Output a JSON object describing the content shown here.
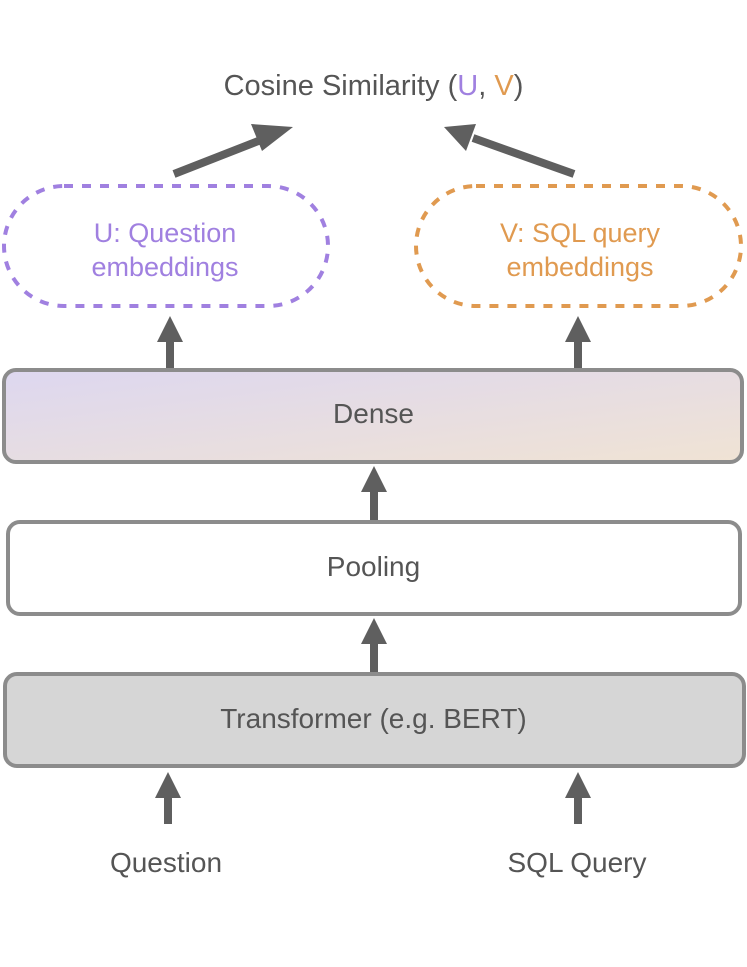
{
  "title": {
    "prefix": "Cosine Similarity (",
    "u": "U",
    "sep": ", ",
    "v": "V",
    "suffix": ")"
  },
  "embeddings": {
    "u": {
      "line1": "U: Question",
      "line2": "embeddings"
    },
    "v": {
      "line1": "V: SQL query",
      "line2": "embeddings"
    }
  },
  "layers": {
    "dense": "Dense",
    "pooling": "Pooling",
    "transformer": "Transformer (e.g. BERT)"
  },
  "inputs": {
    "question": "Question",
    "sql": "SQL Query"
  },
  "colors": {
    "u_accent": "#a080e0",
    "v_accent": "#e09a50",
    "text": "#555555",
    "arrow": "#5f5f5f",
    "box_border": "#8c8c8c",
    "transformer_fill": "#d6d6d6",
    "dense_gradient_start": "#ddd7f0",
    "dense_gradient_end": "#f0e3d4"
  }
}
